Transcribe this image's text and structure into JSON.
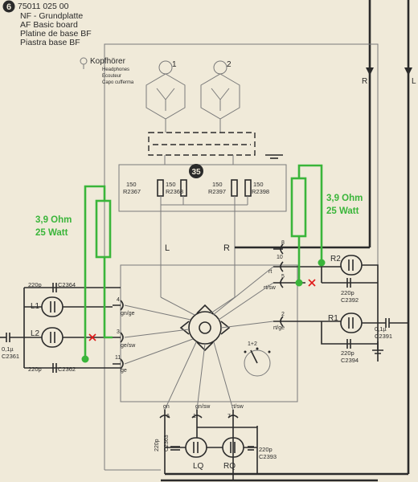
{
  "header": {
    "badge": "6",
    "part_number": "75011 025 00",
    "name_de": "NF - Grundplatte",
    "name_en": "AF Basic board",
    "name_fr": "Platine de base BF",
    "name_it": "Piastra base BF"
  },
  "headphones": {
    "title": "Kopfhörer",
    "subtitle_en": "Headphones",
    "subtitle_fr": "Ecouteur",
    "subtitle_it": "Capo cufferma",
    "jack1": "1",
    "jack2": "2"
  },
  "module_number": "35",
  "resistors": [
    {
      "value": "150",
      "ref": "R2367"
    },
    {
      "value": "150",
      "ref": "R2368"
    },
    {
      "value": "150",
      "ref": "R2397"
    },
    {
      "value": "150",
      "ref": "R2398"
    }
  ],
  "channels": {
    "left": "L",
    "right": "R"
  },
  "rails": {
    "right": "R",
    "left": "L"
  },
  "annotations": [
    {
      "ohm": "3,9 Ohm",
      "watt": "25 Watt",
      "side": "left"
    },
    {
      "ohm": "3,9 Ohm",
      "watt": "25 Watt",
      "side": "right"
    }
  ],
  "speakers": {
    "L1": "L1",
    "L2": "L2",
    "R1": "R1",
    "R2": "R2",
    "LQ": "LQ",
    "RQ": "RQ"
  },
  "capacitors": {
    "c2364_val": "220p",
    "c2364_ref": "C2364",
    "c2362_val": "220p",
    "c2362_ref": "C2362",
    "c2361_val": "0,1µ",
    "c2361_ref": "C2361",
    "c2392_val": "220p",
    "c2392_ref": "C2392",
    "c2394_val": "220p",
    "c2394_ref": "C2394",
    "c2391_val": "0,1µ",
    "c2391_ref": "C2391",
    "c2393_val": "220p",
    "c2393_ref": "C2393",
    "c2363_val": "220p",
    "c2363_ref": "C2363"
  },
  "pins": {
    "p4": "4",
    "p4_wire": "gn/ge",
    "p3": "3",
    "p3_wire": "ge/sw",
    "p11": "11",
    "p11_wire": "ge",
    "p8": "8",
    "p10": "10",
    "p10_wire": "rt",
    "p5": "5",
    "p5_wire": "rt/sw",
    "p2": "2",
    "p2_wire": "rt/ge",
    "p6": "6",
    "p6_wire": "gn",
    "p1": "1",
    "p1_wire": "gn/sw",
    "p7": "7",
    "p7_wire": "rt/sw"
  },
  "switch_label": "1+2",
  "colors": {
    "highlight": "#3ab53a",
    "cross": "#e01818",
    "ink": "#2a2a2a",
    "paper": "#f0ead9"
  }
}
